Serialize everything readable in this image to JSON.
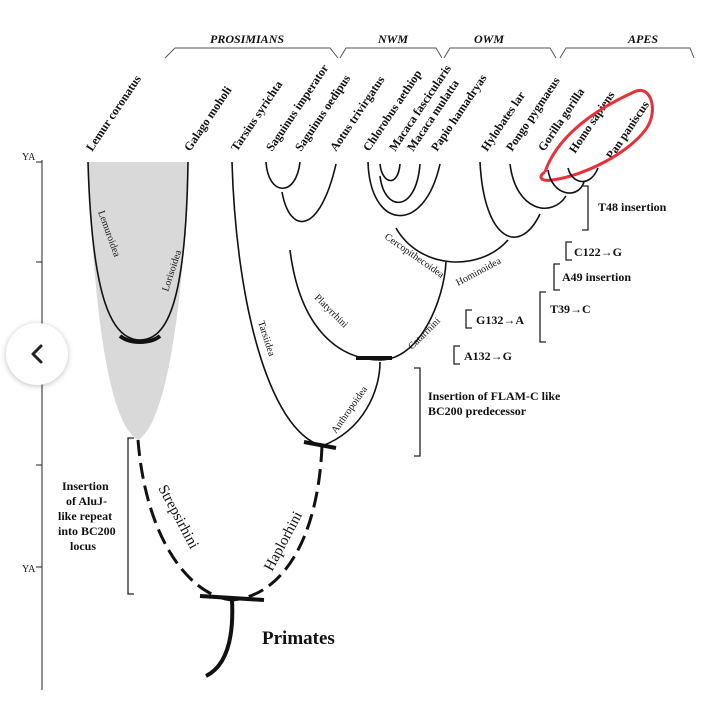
{
  "groups": {
    "prosimians": "PROSIMIANS",
    "nwm": "NWM",
    "owm": "OWM",
    "apes": "APES"
  },
  "species": [
    "Lemur coronatus",
    "Galago moholi",
    "Tarsius syrichta",
    "Saguinus imperator",
    "Saguinus oedipus",
    "Aotus trivirgatus",
    "Chlorobus aethiop",
    "Macaca fascicularis",
    "Macaca mulatta",
    "Papio hamadryas",
    "Hylobates lar",
    "Pongo pygmaeus",
    "Gorilla gorilla",
    "Homo sapiens",
    "Pan paniscus"
  ],
  "axis": {
    "top_label": "YA",
    "bottom_label": "YA"
  },
  "clades": {
    "lemuroidea": "Lemuroidea",
    "lorisoidea": "Lorisoidea",
    "tarsiidea": "Tarsiidea",
    "platyrrhini": "Platyrrhini",
    "catarrhini": "Catarrhini",
    "cercopithecoidea": "Cercopithecoidea",
    "hominoidea": "Hominoidea",
    "anthropoidea": "Anthropoidea",
    "strepsirhini": "Strepsirhini",
    "haplorhini": "Haplorhini",
    "primates": "Primates"
  },
  "annotations": {
    "t48": "T48 insertion",
    "c122": "C122→G",
    "a49": "A49 insertion",
    "t39": "T39→C",
    "g132": "G132→A",
    "a132": "A132→G",
    "flam_1": "Insertion of FLAM-C like",
    "flam_2": "BC200 predecessor",
    "aluj_1": "Insertion",
    "aluj_2": "of AluJ-",
    "aluj_3": "like repeat",
    "aluj_4": "into BC200",
    "aluj_5": "locus"
  },
  "colors": {
    "ink": "#111111",
    "highlight": "#e8303a",
    "shade": "#d9d9d9"
  },
  "icons": {
    "nav": "chevron-left-icon"
  }
}
